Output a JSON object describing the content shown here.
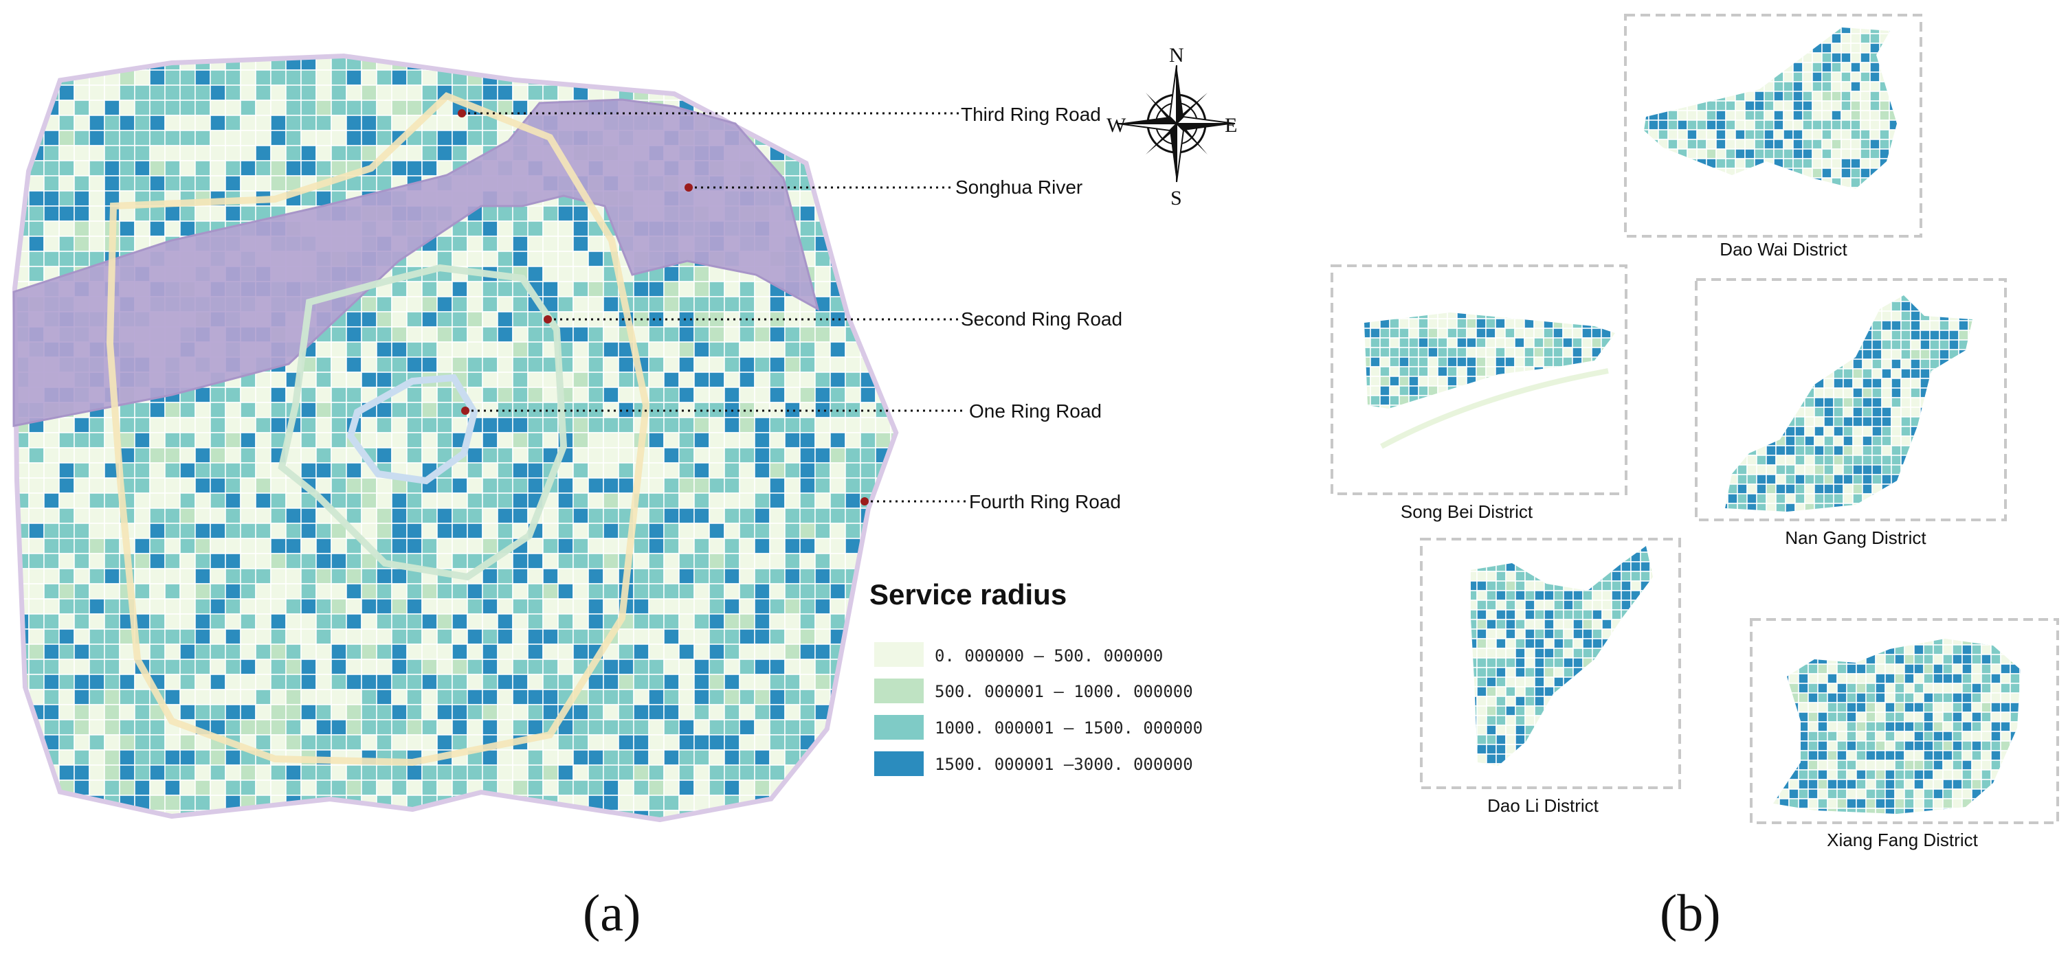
{
  "map_a": {
    "caption": "(a)",
    "compass": {
      "n": "N",
      "s": "S",
      "e": "E",
      "w": "W"
    },
    "annotations": [
      {
        "id": "third-ring",
        "label": "Third Ring Road"
      },
      {
        "id": "songhua",
        "label": "Songhua River"
      },
      {
        "id": "second-ring",
        "label": "Second Ring Road"
      },
      {
        "id": "one-ring",
        "label": "One Ring Road"
      },
      {
        "id": "fourth-ring",
        "label": "Fourth Ring Road"
      }
    ],
    "legend": {
      "title": "Service radius",
      "classes": [
        {
          "label": "0. 000000 — 500. 000000",
          "color": "#f0f8e6"
        },
        {
          "label": "500. 000001 — 1000. 000000",
          "color": "#bfe3c3"
        },
        {
          "label": "1000. 000001 — 1500. 000000",
          "color": "#7fcbc6"
        },
        {
          "label": "1500. 000001 —3000. 000000",
          "color": "#2b8cbe"
        }
      ]
    },
    "colors": {
      "river": "#b3a3d1",
      "boundary": "#d9c9e6",
      "grid_line": "#ffffff",
      "ring_one": "#c9dcf0",
      "ring_two": "#cfe7d2",
      "ring_three": "#f5e6b8",
      "marker": "#9b1c1c"
    }
  },
  "map_b": {
    "caption": "(b)",
    "districts": [
      {
        "id": "dao-wai",
        "label": "Dao Wai District"
      },
      {
        "id": "song-bei",
        "label": "Song Bei District"
      },
      {
        "id": "nan-gang",
        "label": "Nan Gang District"
      },
      {
        "id": "dao-li",
        "label": "Dao Li District"
      },
      {
        "id": "xiang-fang",
        "label": "Xiang Fang District"
      }
    ]
  }
}
